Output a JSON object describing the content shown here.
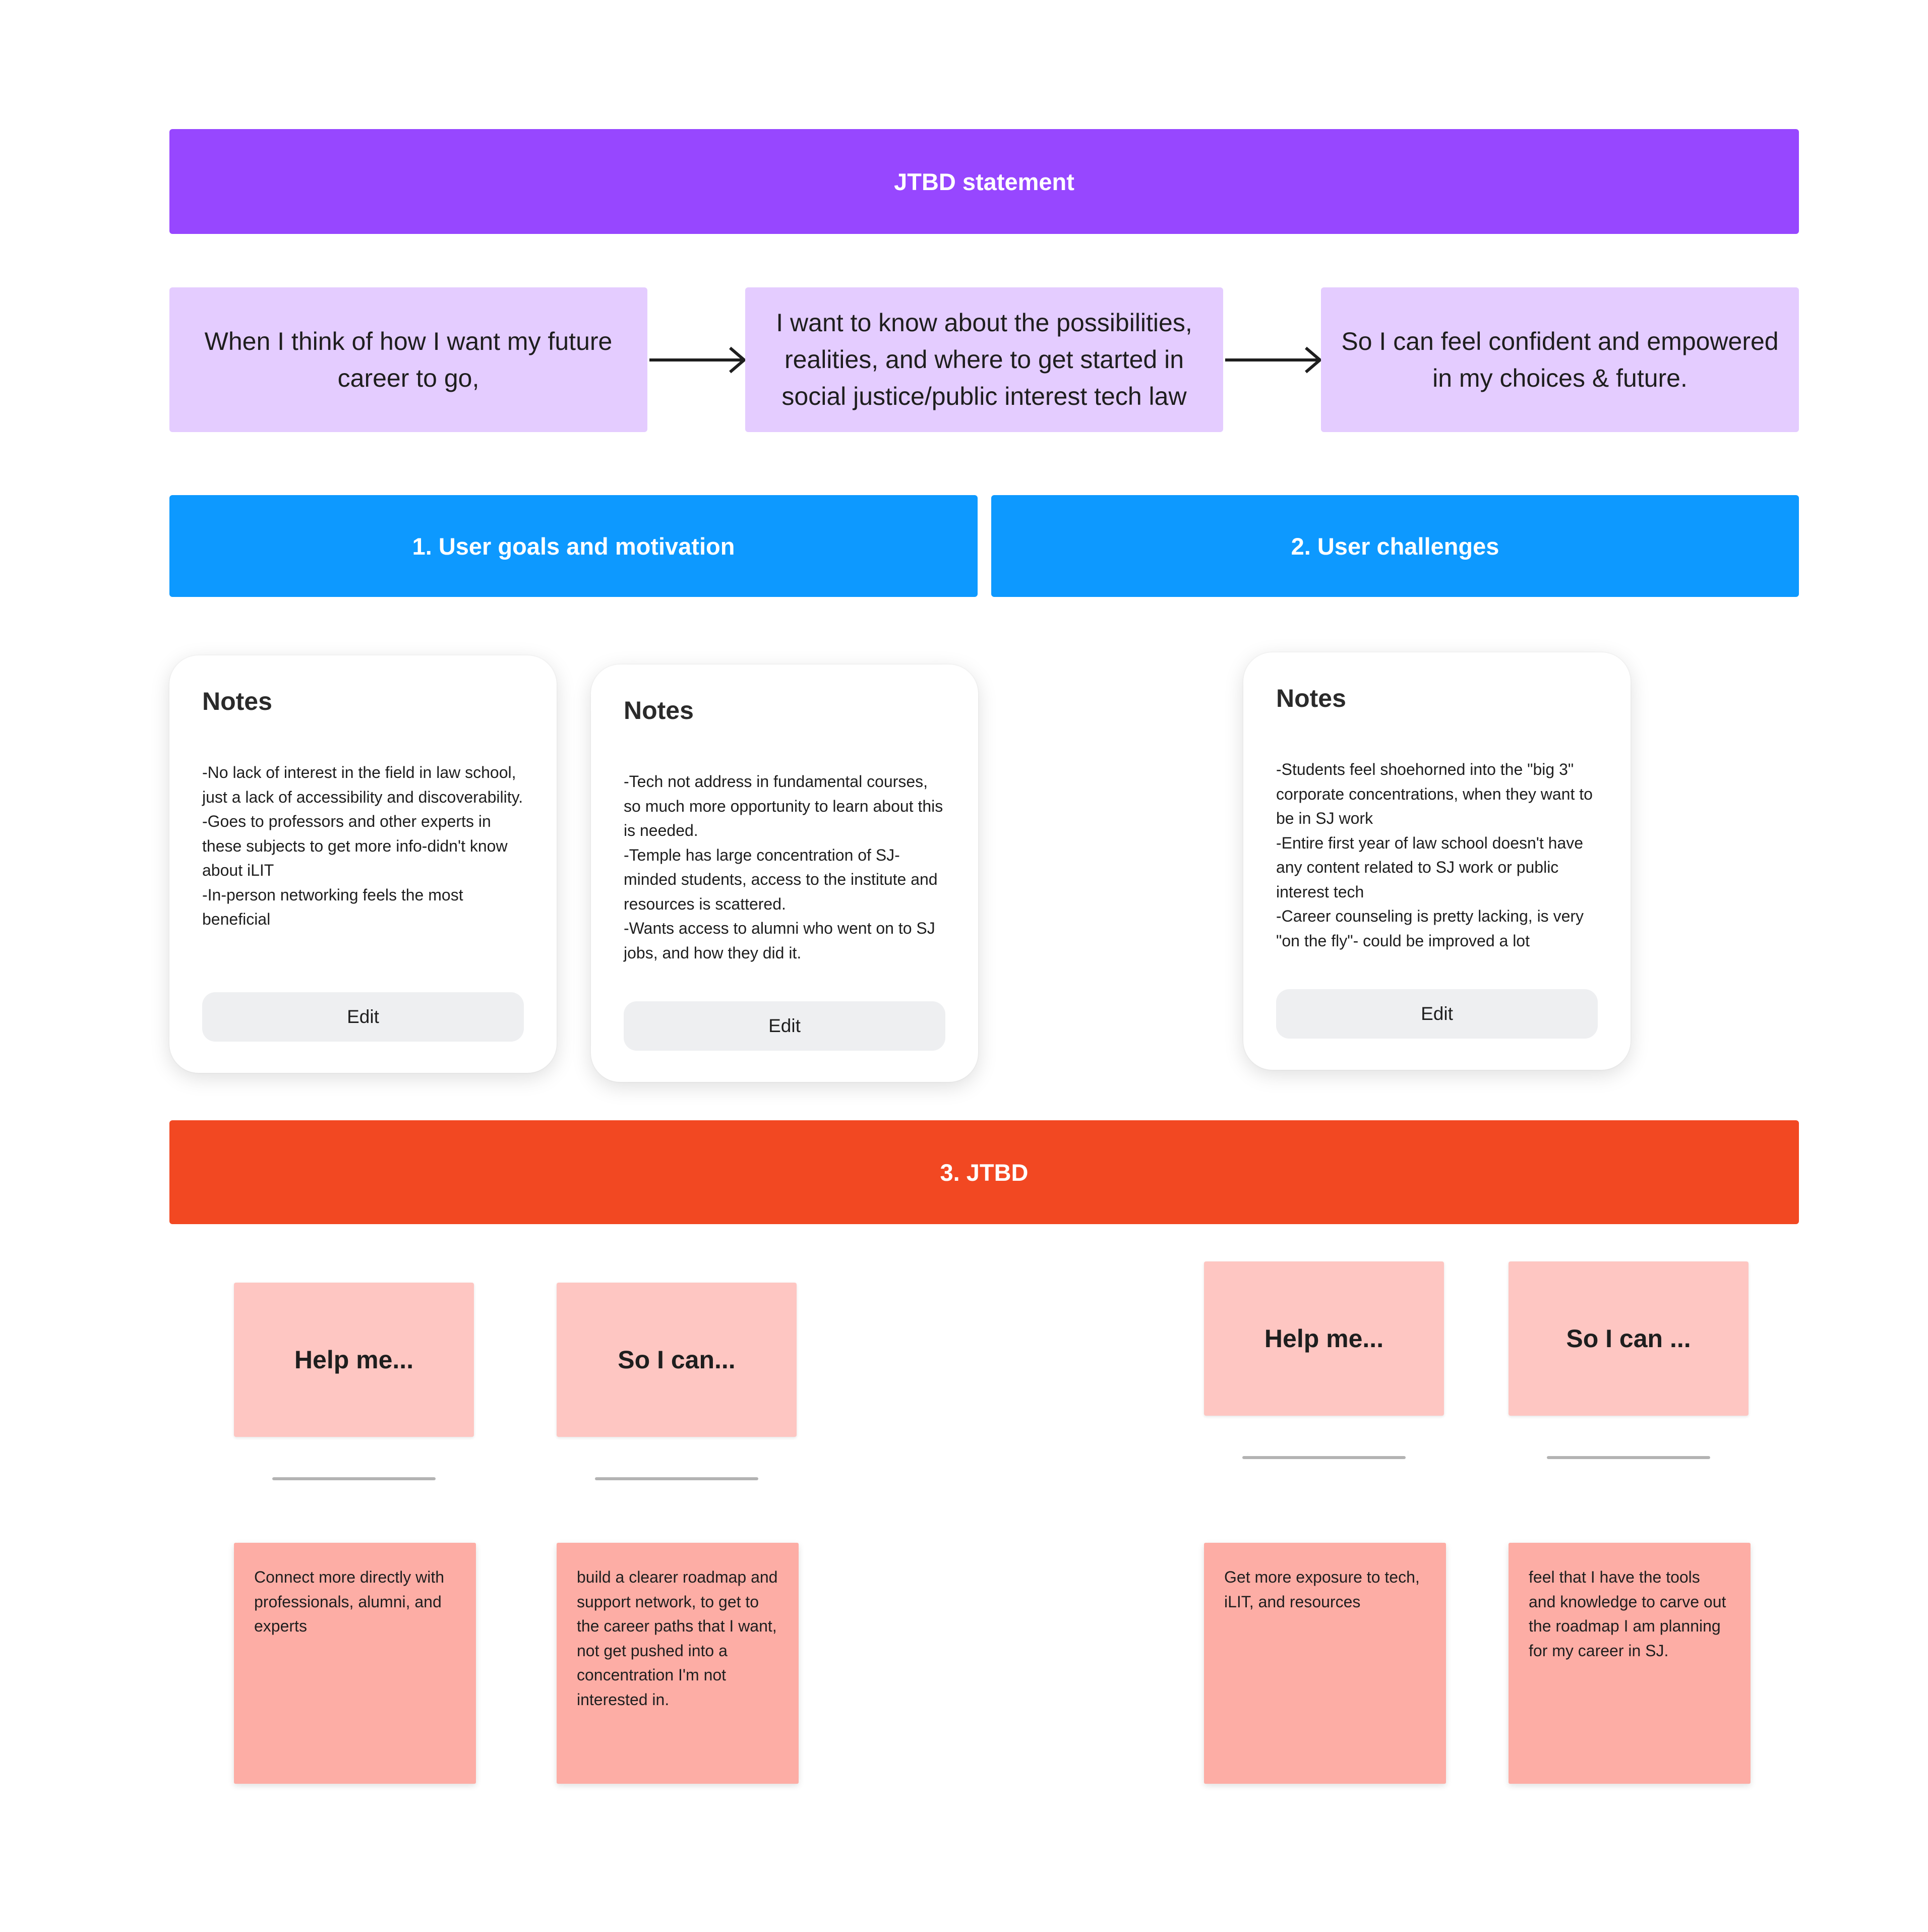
{
  "header": {
    "title": "JTBD statement"
  },
  "statement": {
    "when": "When I think of how I want my future career to go,",
    "want": "I want to know about the possibilities, realities, and where to get started in social justice/public interest tech law",
    "so": "So I can feel confident and empowered in my choices & future."
  },
  "sections": {
    "goals": "1. User goals and motivation",
    "challenges": "2. User challenges",
    "jtbd": "3. JTBD"
  },
  "notes": [
    {
      "title": "Notes",
      "body": "-No lack of interest in the field in law school, just a lack of accessibility and discoverability.\n-Goes to professors and other experts in these subjects to get more info-didn't know about iLIT\n-In-person networking feels the most beneficial",
      "edit_label": "Edit"
    },
    {
      "title": "Notes",
      "body": "-Tech not address in fundamental courses, so much more opportunity to learn about this is needed.\n-Temple has large concentration of SJ-minded students, access to the institute and resources is scattered.\n-Wants access to alumni who went on to SJ jobs, and how they did it.",
      "edit_label": "Edit"
    },
    {
      "title": "Notes",
      "body": "-Students feel shoehorned into the \"big 3\" corporate concentrations, when they want to be in SJ work\n-Entire first year of law school doesn't have any content related to SJ work or public interest tech\n-Career counseling is pretty lacking, is very \"on the fly\"- could be improved a lot",
      "edit_label": "Edit"
    }
  ],
  "jtbd_pairs": [
    {
      "help_label": "Help me...",
      "so_label": "So I can...",
      "help_text": "Connect more directly with professionals, alumni, and experts",
      "so_text": "build a clearer roadmap and support network, to get to the career paths that I want, not get pushed into a concentration I'm not interested in."
    },
    {
      "help_label": "Help me...",
      "so_label": "So I can ...",
      "help_text": "Get more exposure to tech, iLIT, and resources",
      "so_text": "feel that I have the tools and knowledge to carve out the roadmap I am planning for my career in SJ."
    }
  ],
  "colors": {
    "purple": "#9747ff",
    "lavender": "#e4ccff",
    "blue": "#0d99ff",
    "red": "#f24822",
    "pink_light": "#fec6c2",
    "salmon": "#fdada5"
  }
}
